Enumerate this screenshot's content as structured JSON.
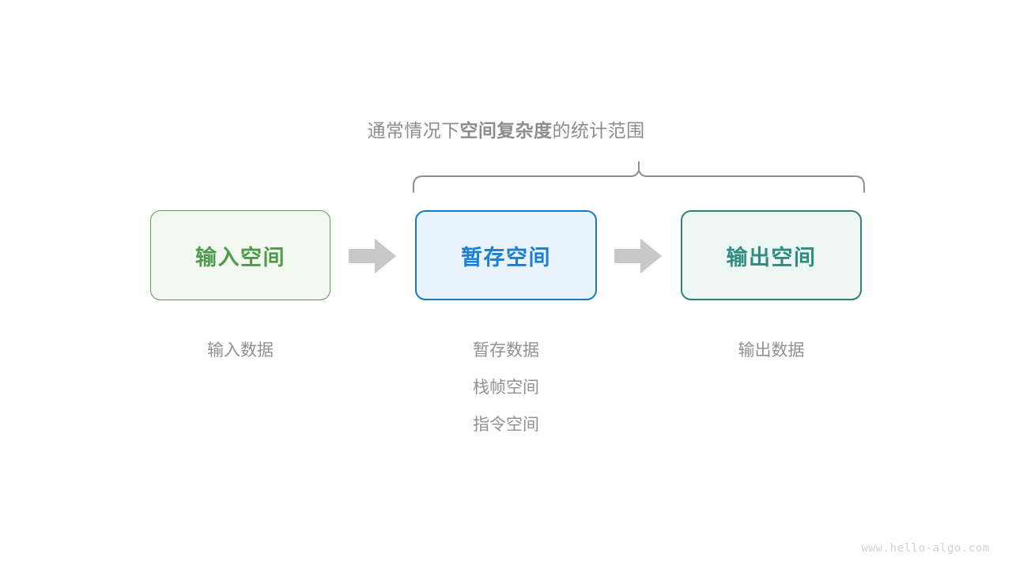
{
  "diagram": {
    "scope_caption": {
      "prefix": "通常情况下",
      "emphasis": "空间复杂度",
      "suffix": "的统计范围",
      "full_text": "通常情况下空间复杂度的统计范围",
      "color": "#8c8c8c"
    },
    "brace": {
      "name": "scope-brace",
      "color": "#8c8c8c",
      "covers": [
        "暂存空间",
        "输出空间"
      ]
    },
    "boxes": [
      {
        "id": "input-space",
        "label": "输入空间",
        "text_color": "#4f9b4b",
        "fill_color": "#f3f8f1",
        "border_color": "#5b9c58"
      },
      {
        "id": "temp-space",
        "label": "暂存空间",
        "text_color": "#1b80d4",
        "fill_color": "#e9f3fc",
        "border_color": "#1879c9"
      },
      {
        "id": "output-space",
        "label": "输出空间",
        "text_color": "#2e8d80",
        "fill_color": "#eef6f4",
        "border_color": "#2e8378"
      }
    ],
    "arrows": [
      {
        "id": "arrow-input-to-temp",
        "color": "#c8c8c8"
      },
      {
        "id": "arrow-temp-to-output",
        "color": "#c8c8c8"
      }
    ],
    "captions": {
      "input": [
        "输入数据"
      ],
      "temp": [
        "暂存数据",
        "栈帧空间",
        "指令空间"
      ],
      "output": [
        "输出数据"
      ],
      "color": "#919191"
    },
    "watermark": {
      "text": "www.hello-algo.com",
      "color": "#d2d2d2"
    }
  }
}
